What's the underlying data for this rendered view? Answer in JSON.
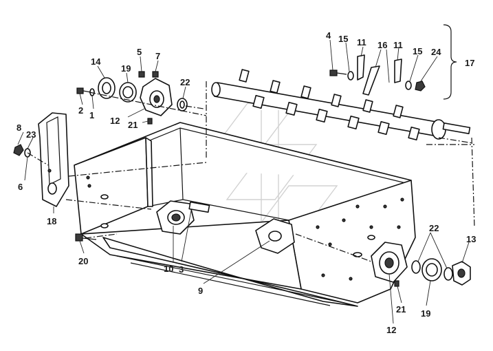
{
  "labels": [
    {
      "id": "callout-4",
      "text": "4"
    },
    {
      "id": "callout-15a",
      "text": "15"
    },
    {
      "id": "callout-11a",
      "text": "11"
    },
    {
      "id": "callout-16",
      "text": "16"
    },
    {
      "id": "callout-11b",
      "text": "11"
    },
    {
      "id": "callout-15b",
      "text": "15"
    },
    {
      "id": "callout-24",
      "text": "24"
    },
    {
      "id": "callout-17",
      "text": "17"
    },
    {
      "id": "callout-5",
      "text": "5"
    },
    {
      "id": "callout-7",
      "text": "7"
    },
    {
      "id": "callout-14",
      "text": "14"
    },
    {
      "id": "callout-19a",
      "text": "19"
    },
    {
      "id": "callout-22a",
      "text": "22"
    },
    {
      "id": "callout-2",
      "text": "2"
    },
    {
      "id": "callout-1",
      "text": "1"
    },
    {
      "id": "callout-12a",
      "text": "12"
    },
    {
      "id": "callout-21a",
      "text": "21"
    },
    {
      "id": "callout-8",
      "text": "8"
    },
    {
      "id": "callout-23",
      "text": "23"
    },
    {
      "id": "callout-6",
      "text": "6"
    },
    {
      "id": "callout-18",
      "text": "18"
    },
    {
      "id": "callout-20",
      "text": "20"
    },
    {
      "id": "callout-10",
      "text": "10"
    },
    {
      "id": "callout-3",
      "text": "3"
    },
    {
      "id": "callout-9",
      "text": "9"
    },
    {
      "id": "callout-22b",
      "text": "22"
    },
    {
      "id": "callout-13",
      "text": "13"
    },
    {
      "id": "callout-21b",
      "text": "21"
    },
    {
      "id": "callout-19b",
      "text": "19"
    },
    {
      "id": "callout-12b",
      "text": "12"
    }
  ]
}
